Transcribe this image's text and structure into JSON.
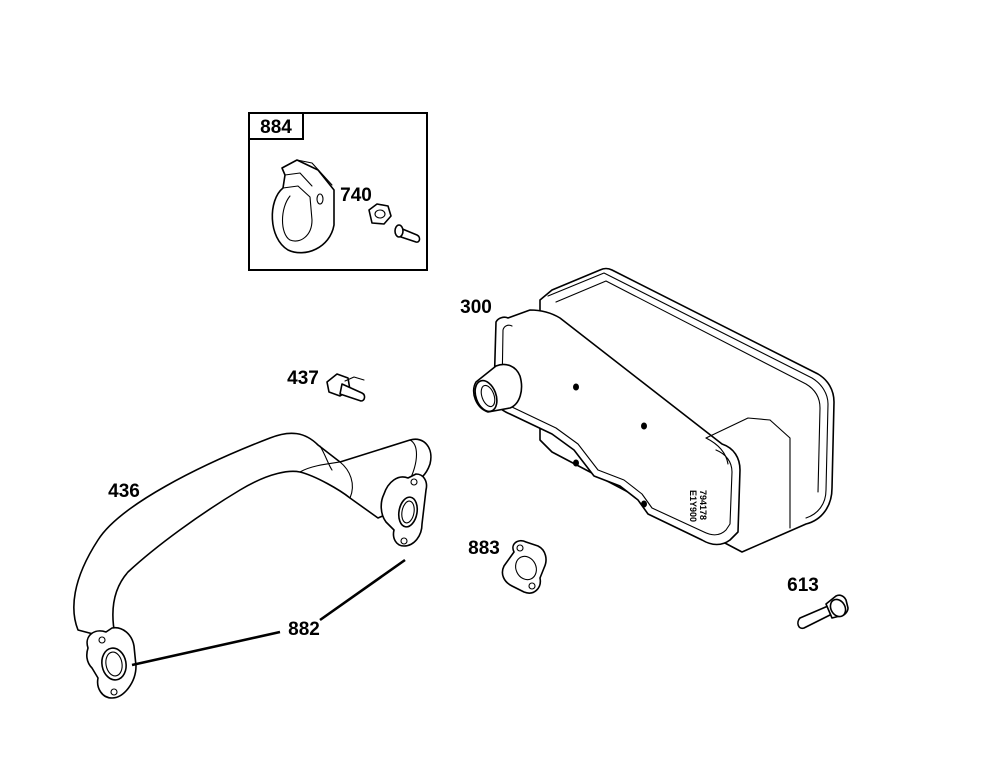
{
  "callouts": {
    "clamp_kit": "884",
    "nut": "740",
    "muffler": "300",
    "stud": "437",
    "exhaust_pipe": "436",
    "pipe_gasket": "882",
    "muffler_gasket": "883",
    "screw": "613"
  },
  "muffler_stamp": {
    "line1": "794178",
    "line2": "E1Y900"
  }
}
